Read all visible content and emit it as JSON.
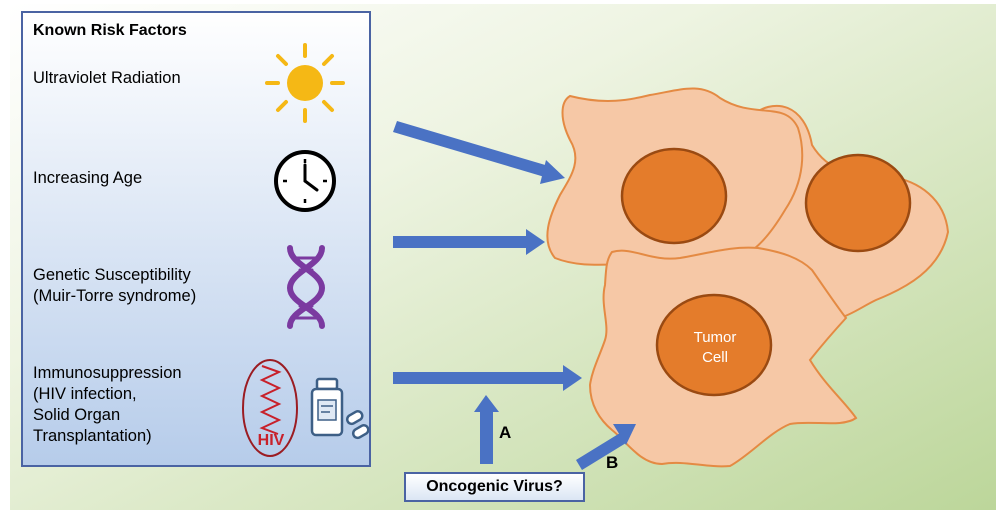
{
  "panel": {
    "title": "Known Risk Factors",
    "factors": [
      {
        "label": "Ultraviolet Radiation",
        "icon": "sun-icon"
      },
      {
        "label": "Increasing Age",
        "icon": "clock-icon"
      },
      {
        "label": "Genetic Susceptibility\n(Muir-Torre syndrome)",
        "icon": "dna-icon"
      },
      {
        "label": "Immunosuppression\n(HIV infection,\nSolid Organ\nTransplantation)",
        "icon": "hiv-and-medication-icon"
      }
    ],
    "hiv_text": "HIV"
  },
  "cell": {
    "label": "Tumor\nCell"
  },
  "virus": {
    "label": "Oncogenic Virus?"
  },
  "arrows": {
    "a_label": "A",
    "b_label": "B"
  },
  "colors": {
    "panel_border": "#4a63a3",
    "arrow": "#4a72c4",
    "cell_fill": "#f6c8a6",
    "cell_stroke": "#e48a43",
    "nucleus_fill": "#e47c2b",
    "nucleus_stroke": "#9a4a12",
    "sun": "#f5b815",
    "dna": "#7b3aa0",
    "hiv": "#c8202a"
  }
}
